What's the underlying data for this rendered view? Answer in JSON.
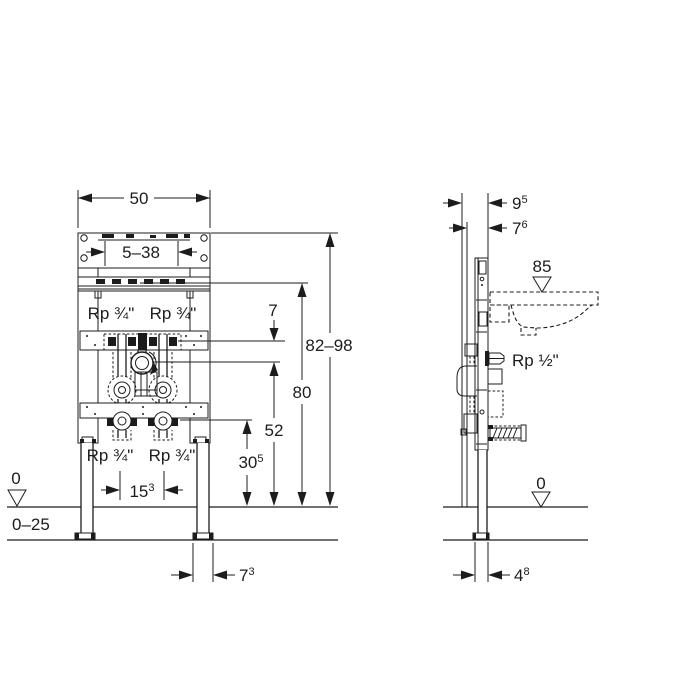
{
  "drawing": {
    "background_color": "#ffffff",
    "line_color": "#1c1c1c"
  },
  "front_view": {
    "width": "50",
    "crossbar_range": "5–38",
    "tap_label_left": "Rp ¾\"",
    "tap_label_right": "Rp ¾\"",
    "offset_7": "7",
    "height_range": "82–98",
    "height_80": "80",
    "drain_height": "52",
    "outlet_height": {
      "value": "30",
      "sup": "5"
    },
    "outlet_label_left": "Rp ¾\"",
    "outlet_label_right": "Rp ¾\"",
    "tap_spacing": {
      "value": "15",
      "sup": "3"
    },
    "floor_level": "0",
    "floor_buildup": "0–25",
    "foot_width": {
      "value": "7",
      "sup": "3"
    }
  },
  "side_view": {
    "depth_total": {
      "value": "9",
      "sup": "5"
    },
    "depth_frame": {
      "value": "7",
      "sup": "6"
    },
    "basin_height": "85",
    "tap_connection": "Rp ½\"",
    "floor_level": "0",
    "foot_depth": {
      "value": "4",
      "sup": "8"
    }
  }
}
